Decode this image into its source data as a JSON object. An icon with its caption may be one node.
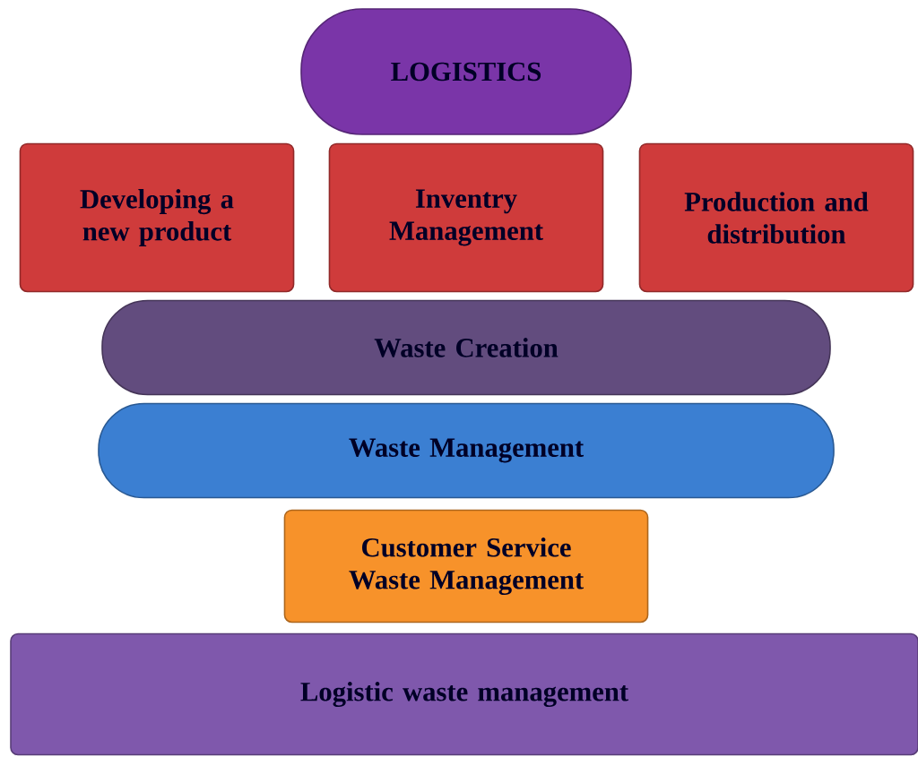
{
  "diagram": {
    "nodes": [
      {
        "text": [
          "LOGISTICS"
        ]
      },
      {
        "text": [
          "Developing a new product"
        ]
      },
      {
        "text": [
          "Inventry Management"
        ]
      },
      {
        "text": [
          "Production and distribution"
        ]
      },
      {
        "text": [
          "Waste Creation"
        ]
      },
      {
        "text": [
          "Waste Management"
        ]
      },
      {
        "text": [
          "Customer Service Waste Management"
        ]
      },
      {
        "text": [
          "Logistic waste management"
        ]
      }
    ]
  }
}
